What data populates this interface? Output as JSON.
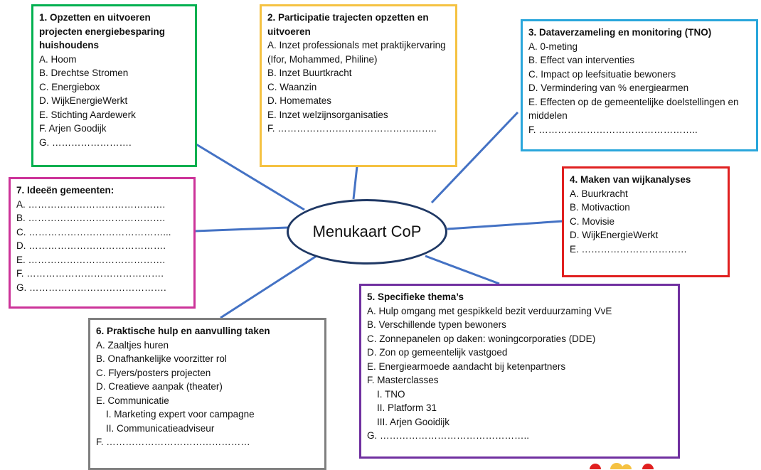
{
  "center": {
    "label": "Menukaart CoP",
    "border_color": "#1f3864"
  },
  "line_color": "#4472c4",
  "boxes": [
    {
      "key": "b1",
      "border_color": "#00b050",
      "title": "1. Opzetten en uitvoeren projecten energiebesparing huishoudens",
      "items": [
        {
          "text": "A. Hoom"
        },
        {
          "text": "B. Drechtse Stromen"
        },
        {
          "text": "C. Energiebox"
        },
        {
          "text": "D. WijkEnergieWerkt"
        },
        {
          "text": "E. Stichting Aardewerk"
        },
        {
          "text": "F. Arjen Goodijk"
        },
        {
          "text": "G. ……………………."
        }
      ]
    },
    {
      "key": "b2",
      "border_color": "#f5c242",
      "title": "2. Participatie trajecten opzetten en uitvoeren",
      "items": [
        {
          "text": "A. Inzet professionals met praktijkervaring (Ifor, Mohammed, Philine)"
        },
        {
          "text": "B. Inzet Buurtkracht"
        },
        {
          "text": "C. Waanzin"
        },
        {
          "text": "D. Homemates"
        },
        {
          "text": "E. Inzet welzijnsorganisaties"
        },
        {
          "text": "F. ………………………………………….."
        }
      ]
    },
    {
      "key": "b3",
      "border_color": "#29a6db",
      "title": "3. Dataverzameling en monitoring (TNO)",
      "items": [
        {
          "text": "A. 0-meting"
        },
        {
          "text": "B. Effect van interventies"
        },
        {
          "text": "C. Impact op leefsituatie bewoners"
        },
        {
          "text": "D. Vermindering van % energiearmen"
        },
        {
          "text": "E. Effecten op de gemeentelijke doelstellingen en middelen"
        },
        {
          "text": "F. ………………………………………….."
        }
      ]
    },
    {
      "key": "b4",
      "border_color": "#e02020",
      "title": "4. Maken van wijkanalyses",
      "items": [
        {
          "text": "A. Buurkracht"
        },
        {
          "text": "B. Motivaction"
        },
        {
          "text": "C. Movisie"
        },
        {
          "text": "D. WijkEnergieWerkt"
        },
        {
          "text": "E. ……………………………"
        }
      ]
    },
    {
      "key": "b5",
      "border_color": "#7030a0",
      "title": "5. Specifieke thema’s",
      "items": [
        {
          "text": "A. Hulp omgang met gespikkeld bezit verduurzaming VvE"
        },
        {
          "text": "B. Verschillende typen bewoners"
        },
        {
          "text": "C. Zonnepanelen op daken: woningcorporaties (DDE)"
        },
        {
          "text": "D. Zon op gemeentelijk vastgoed"
        },
        {
          "text": "E. Energiearmoede aandacht bij ketenpartners"
        },
        {
          "text": "F. Masterclasses",
          "sub": [
            "I.  TNO",
            "II.  Platform 31",
            "III. Arjen Gooidijk"
          ]
        },
        {
          "text": "G. ……………………………………….."
        }
      ]
    },
    {
      "key": "b6",
      "border_color": "#7f7f7f",
      "title": "6. Praktische hulp en aanvulling taken",
      "items": [
        {
          "text": "A. Zaaltjes huren"
        },
        {
          "text": "B. Onafhankelijke voorzitter rol"
        },
        {
          "text": "C. Flyers/posters projecten"
        },
        {
          "text": "D. Creatieve aanpak (theater)"
        },
        {
          "text": "E. Communicatie",
          "sub": [
            "I.  Marketing expert voor campagne",
            "II.  Communicatieadviseur"
          ]
        },
        {
          "text": "F. ………………………………………"
        }
      ]
    },
    {
      "key": "b7",
      "border_color": "#cc3399",
      "title": "7. Ideeën gemeenten:",
      "items": [
        {
          "text": "A. ……………………………………."
        },
        {
          "text": "B. ……………………………………."
        },
        {
          "text": "C. ……………………………………..."
        },
        {
          "text": "D. ……………………………………."
        },
        {
          "text": "E. ……………………………………."
        },
        {
          "text": "F. ……………………………………."
        },
        {
          "text": "G. ……………………………………."
        }
      ]
    }
  ]
}
